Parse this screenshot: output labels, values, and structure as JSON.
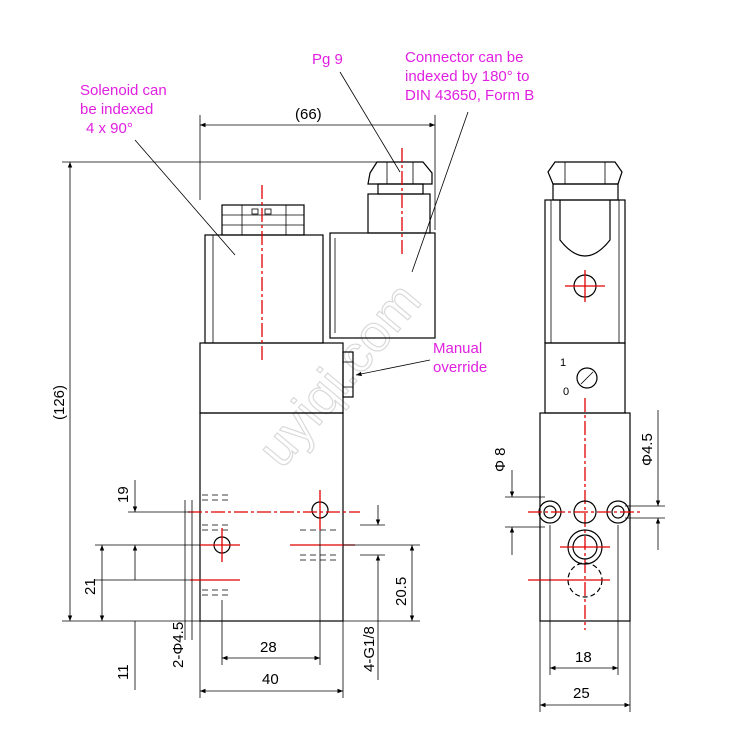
{
  "annotations": {
    "solenoid": [
      "Solenoid can",
      "be indexed",
      "4 x 90°"
    ],
    "pg": "Pg 9",
    "connector": [
      "Connector can be",
      "indexed by 180° to",
      "DIN 43650, Form B"
    ],
    "manual": [
      "Manual",
      "override"
    ]
  },
  "dimensions": {
    "d66": "(66)",
    "d126": "(126)",
    "d19": "19",
    "d21": "21",
    "d11": "11",
    "d2phi45": "2-Φ4.5",
    "d28": "28",
    "d40": "40",
    "dG18": "4-G1/8",
    "d205": "20.5",
    "dphi8": "Φ 8",
    "dphi45": "Φ4.5",
    "d18": "18",
    "d25": "25",
    "sw1": "1",
    "sw0": "0"
  },
  "watermark": "uyiqi.com",
  "colors": {
    "line": "#000000",
    "centerline": "#e00000",
    "note": "#e020e0",
    "watermark": "#d9d9d9"
  }
}
